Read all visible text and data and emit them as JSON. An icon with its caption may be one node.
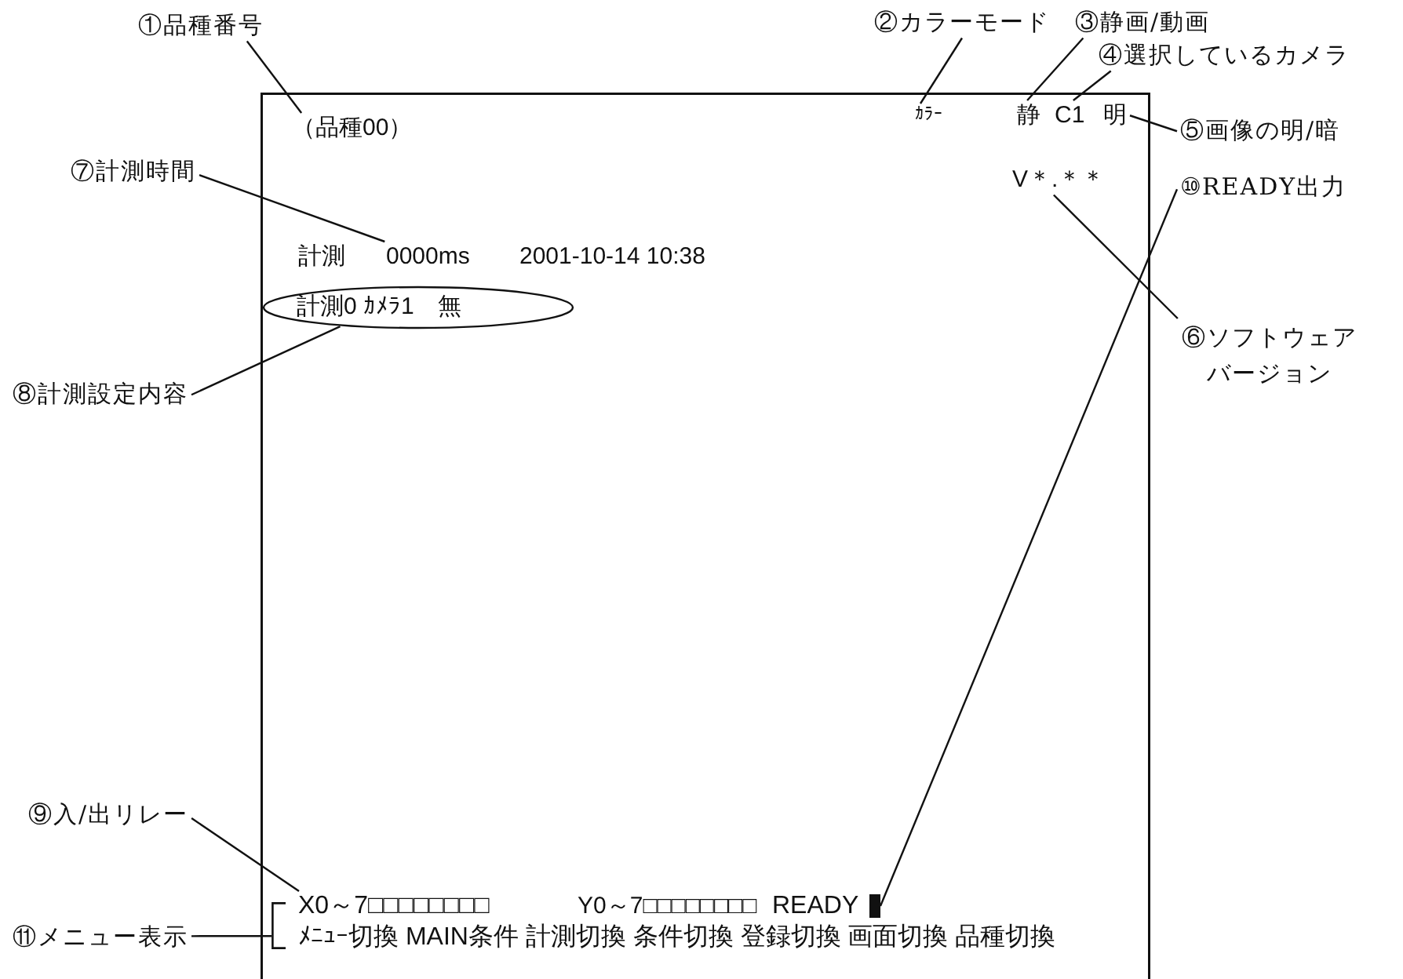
{
  "diagram": {
    "nodes": [
      {
        "text": [],
        "shape": "box"
      },
      {
        "text": [
          "①品種番号"
        ]
      },
      {
        "text": [
          "②カラーモード"
        ]
      },
      {
        "text": [
          "③静画/動画"
        ]
      },
      {
        "text": [
          "④選択しているカメラ"
        ]
      },
      {
        "text": [
          "（品種00）"
        ],
        "in": 0
      },
      {
        "text": [
          "ｶﾗｰ"
        ],
        "in": 0
      },
      {
        "text": [
          "静"
        ],
        "in": 0
      },
      {
        "text": [
          "C1"
        ],
        "in": 0
      },
      {
        "text": [
          "明"
        ],
        "in": 0
      },
      {
        "text": [
          "⑤画像の明/暗"
        ]
      },
      {
        "text": [
          "⑦計測時間"
        ]
      },
      {
        "text": [
          "V＊.＊＊"
        ],
        "in": 0
      },
      {
        "text": [
          "0000ms"
        ],
        "in": 0
      },
      {
        "text": [
          "計測0 ｶﾒﾗ1　無"
        ],
        "in": 0
      },
      {
        "text": [
          "⑥ソフトウェアバージョン"
        ]
      },
      {
        "text": [
          "⑧計測設定内容"
        ]
      },
      {
        "text": [
          "⑨入/出リレー"
        ]
      },
      {
        "text": [
          "⑩READY出力"
        ]
      },
      {
        "text": [
          "X0～7□□□□□□□□"
        ],
        "in": 0
      },
      {
        "text": [],
        "shape": "bar",
        "in": 0
      },
      {
        "text": [
          "⑪メニュー表示"
        ]
      },
      {
        "text": [],
        "shape": "bracket",
        "in": 0
      }
    ],
    "edges": [
      {
        "from": 1,
        "to": 5,
        "arrow": "none"
      },
      {
        "from": 2,
        "to": 6,
        "arrow": "none"
      },
      {
        "from": 3,
        "to": 7,
        "arrow": "none"
      },
      {
        "from": 4,
        "to": 8,
        "arrow": "none"
      },
      {
        "from": 10,
        "to": 9,
        "arrow": "none"
      },
      {
        "from": 15,
        "to": 12,
        "arrow": "none"
      },
      {
        "from": 11,
        "to": 13,
        "arrow": "none"
      },
      {
        "from": 16,
        "to": 14,
        "arrow": "none"
      },
      {
        "from": 17,
        "to": 19,
        "arrow": "none"
      },
      {
        "from": 18,
        "to": 20,
        "arrow": "none"
      },
      {
        "from": 21,
        "to": 22,
        "arrow": "none"
      }
    ],
    "labels": [
      "計測",
      "2001-10-14 10:38",
      "Y0～7□□□□□□□□",
      "READY",
      "ﾒﾆｭｰ切換 MAIN条件 計測切換 条件切換 登録切換 画面切換 品種切換"
    ]
  }
}
